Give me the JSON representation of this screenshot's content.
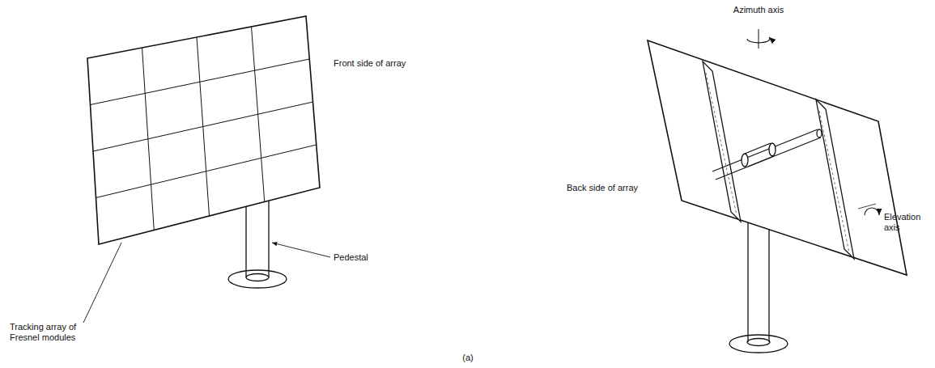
{
  "diagram": {
    "labels": [
      "Front side of array",
      "Tracking array of Fresnel modules",
      "Pedestal",
      "Azimuth axis",
      "Back side of array",
      "Elevation axis",
      "(a)"
    ]
  }
}
